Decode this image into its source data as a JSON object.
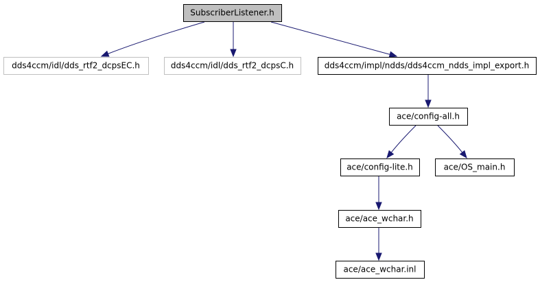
{
  "graph": {
    "nodes": [
      {
        "id": "n0",
        "label": "SubscriberListener.h",
        "style": "root"
      },
      {
        "id": "n1",
        "label": "dds4ccm/idl/dds_rtf2_dcpsEC.h",
        "style": "missing"
      },
      {
        "id": "n2",
        "label": "dds4ccm/idl/dds_rtf2_dcpsC.h",
        "style": "missing"
      },
      {
        "id": "n3",
        "label": "dds4ccm/impl/ndds/dds4ccm_ndds_impl_export.h",
        "style": "normal"
      },
      {
        "id": "n4",
        "label": "ace/config-all.h",
        "style": "normal"
      },
      {
        "id": "n5",
        "label": "ace/config-lite.h",
        "style": "normal"
      },
      {
        "id": "n6",
        "label": "ace/OS_main.h",
        "style": "normal"
      },
      {
        "id": "n7",
        "label": "ace/ace_wchar.h",
        "style": "normal"
      },
      {
        "id": "n8",
        "label": "ace/ace_wchar.inl",
        "style": "normal"
      }
    ],
    "edges": [
      {
        "from": "n0",
        "to": "n1"
      },
      {
        "from": "n0",
        "to": "n2"
      },
      {
        "from": "n0",
        "to": "n3"
      },
      {
        "from": "n3",
        "to": "n4"
      },
      {
        "from": "n4",
        "to": "n5"
      },
      {
        "from": "n4",
        "to": "n6"
      },
      {
        "from": "n5",
        "to": "n7"
      },
      {
        "from": "n7",
        "to": "n8"
      }
    ],
    "colors": {
      "edge": "#191970",
      "root_fill": "#bfbfbf",
      "missing_border": "#bfbfbf",
      "node_border": "#000000"
    }
  }
}
